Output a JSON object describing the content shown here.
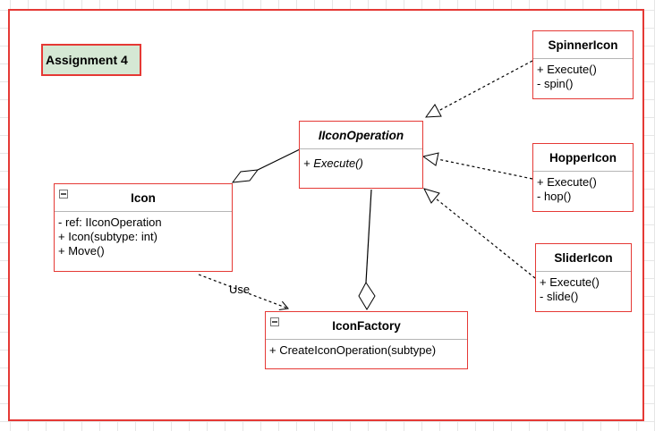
{
  "note": {
    "title": "Assignment 4"
  },
  "classes": {
    "icon": {
      "name": "Icon",
      "members": [
        "- ref: IIconOperation",
        "+ Icon(subtype: int)",
        "+ Move()"
      ]
    },
    "iicon_operation": {
      "name": "IIconOperation",
      "members": [
        "+ Execute()"
      ]
    },
    "icon_factory": {
      "name": "IconFactory",
      "members": [
        "+ CreateIconOperation(subtype)"
      ]
    },
    "spinner_icon": {
      "name": "SpinnerIcon",
      "members": [
        "+ Execute()",
        "- spin()"
      ]
    },
    "hopper_icon": {
      "name": "HopperIcon",
      "members": [
        "+ Execute()",
        "- hop()"
      ]
    },
    "slider_icon": {
      "name": "SliderIcon",
      "members": [
        "+ Execute()",
        "- slide()"
      ]
    }
  },
  "relations": {
    "use_label": "Use"
  },
  "colors": {
    "border": "#e53935",
    "note_fill": "#d5e8d4",
    "grid": "#e6e6e6"
  }
}
